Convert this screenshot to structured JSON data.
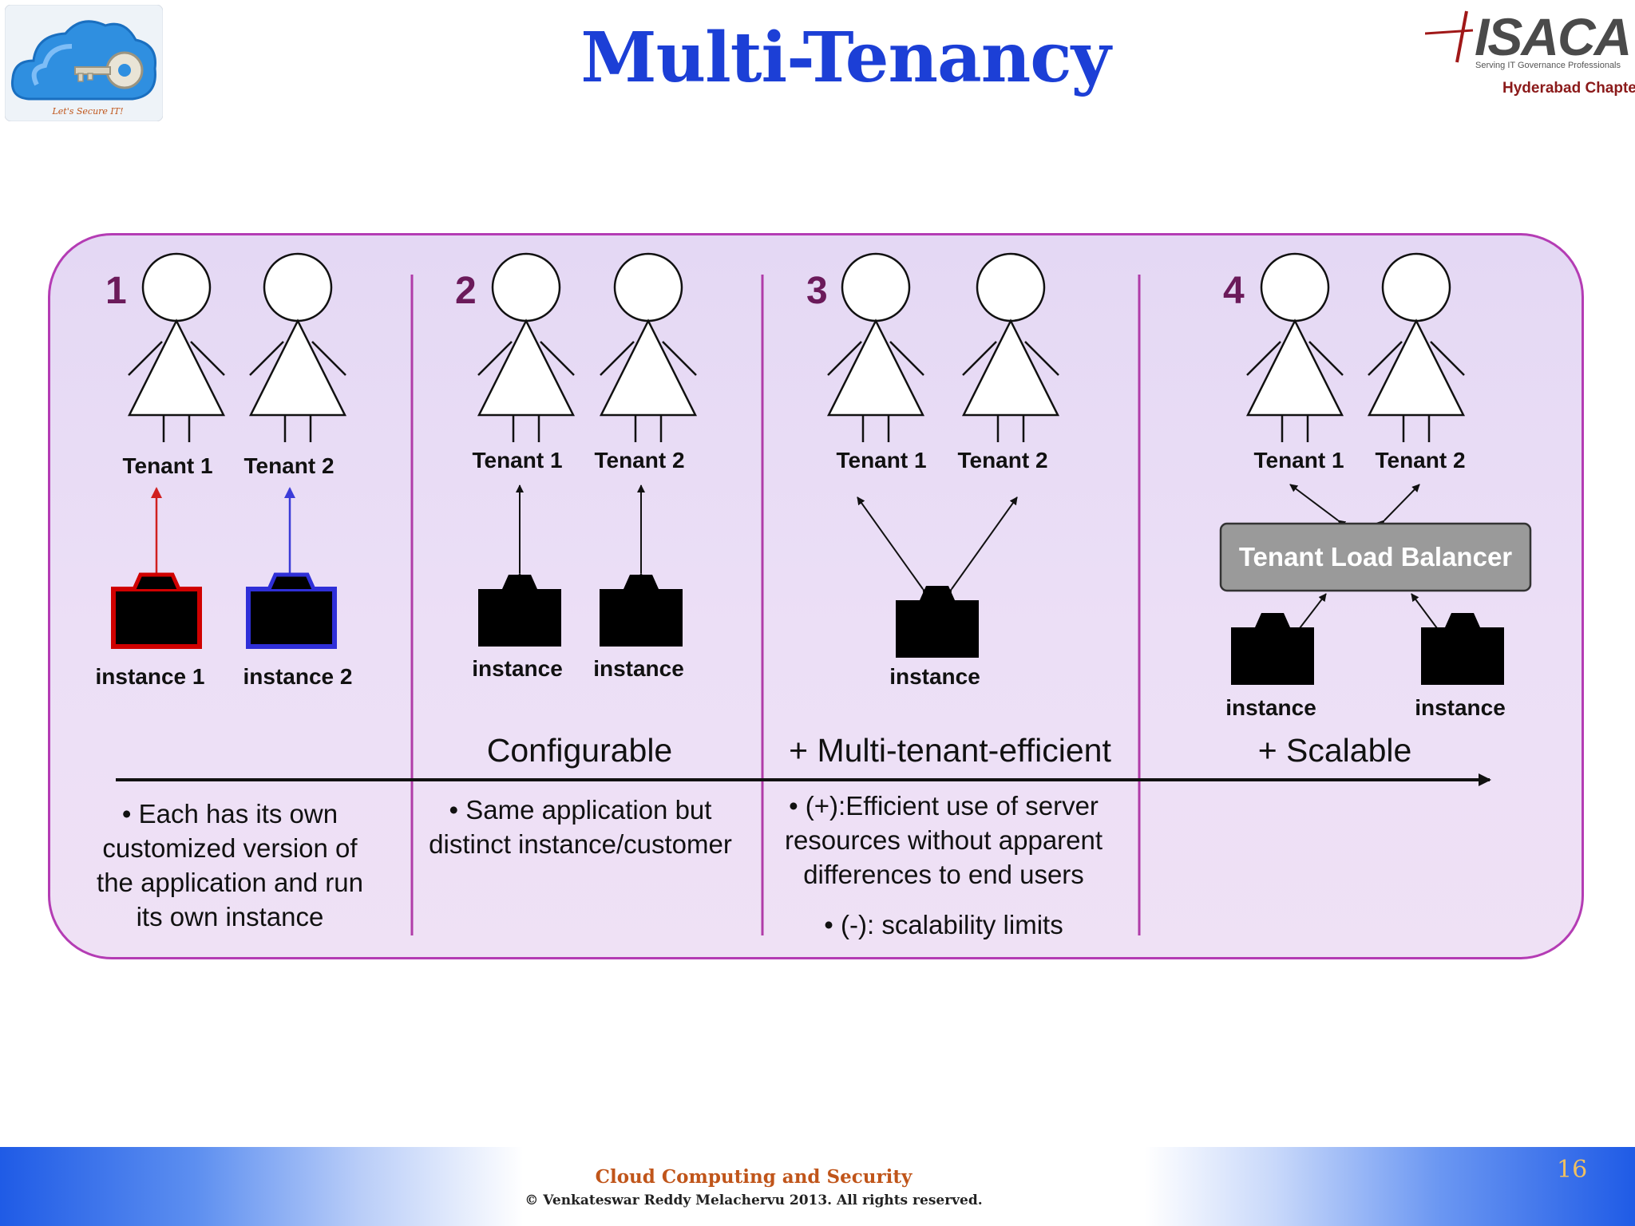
{
  "slide": {
    "title": "Multi-Tenancy",
    "logo_left_caption": "Let's Secure IT!",
    "logo_right": {
      "name": "ISACA",
      "tagline": "Serving IT Governance Professionals",
      "chapter": "Hyderabad Chapter"
    }
  },
  "diagram": {
    "models": [
      {
        "number": "1",
        "tenants": [
          "Tenant 1",
          "Tenant 2"
        ],
        "instances": [
          "instance 1",
          "instance 2"
        ],
        "description": "• Each has its own\ncustomized version of\nthe application and run\nits own instance"
      },
      {
        "number": "2",
        "tenants": [
          "Tenant 1",
          "Tenant 2"
        ],
        "instances": [
          "instance",
          "instance"
        ],
        "stage": "Configurable",
        "description": "• Same application but\ndistinct instance/customer"
      },
      {
        "number": "3",
        "tenants": [
          "Tenant 1",
          "Tenant 2"
        ],
        "instances": [
          "instance"
        ],
        "stage": "+ Multi-tenant-efficient",
        "description": "• (+):Efficient use of server\nresources without apparent\ndifferences to end users",
        "description_2": "• (-): scalability limits"
      },
      {
        "number": "4",
        "tenants": [
          "Tenant 1",
          "Tenant 2"
        ],
        "instances": [
          "instance",
          "instance"
        ],
        "stage": "+ Scalable",
        "balancer": "Tenant Load Balancer"
      }
    ],
    "colors": {
      "instance1_border": "#d00000",
      "instance2_border": "#2f2fd8",
      "arrow1": "#d02020",
      "arrow2": "#3b3bd8",
      "number": "#6b1a5a",
      "divider": "#b03ca8"
    }
  },
  "footer": {
    "title": "Cloud Computing and Security",
    "copyright": "©  Venkateswar Reddy Melachervu 2013. All rights reserved.",
    "page_number": "16"
  }
}
